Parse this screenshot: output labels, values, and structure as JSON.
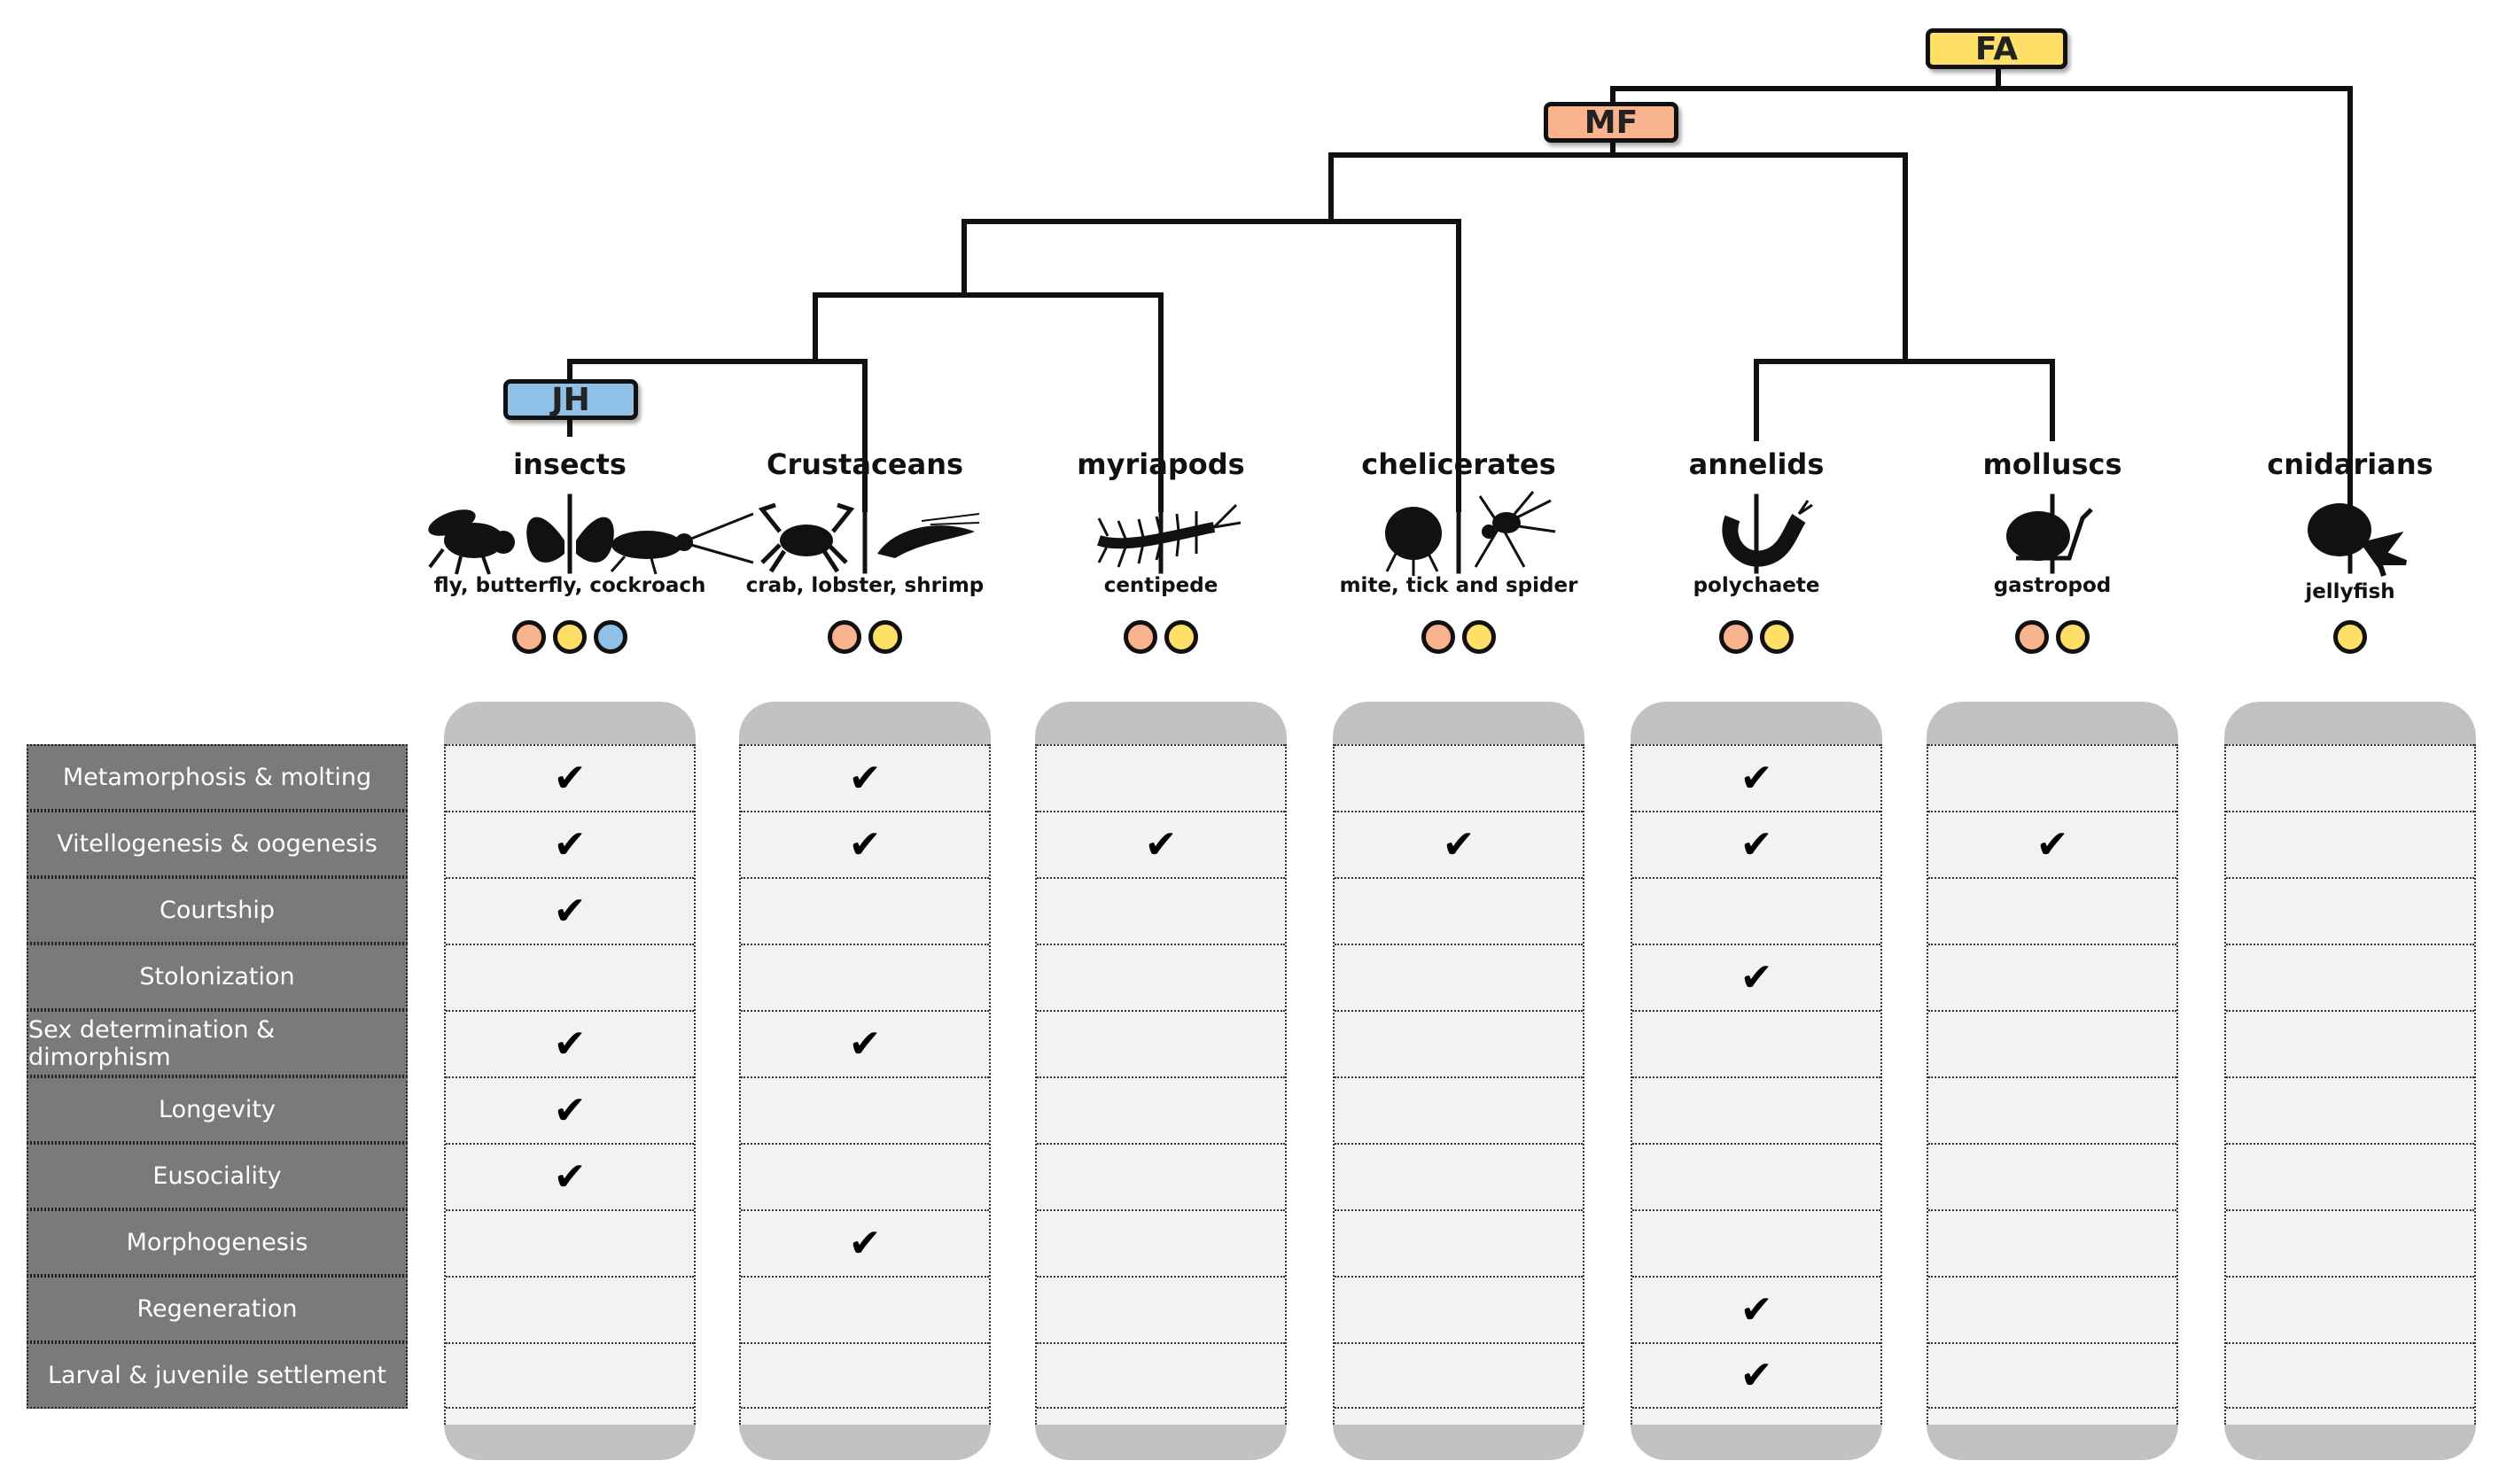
{
  "hormones": {
    "FA": {
      "label": "FA",
      "color": "#ffe066"
    },
    "MF": {
      "label": "MF",
      "color": "#f9b48e"
    },
    "JH": {
      "label": "JH",
      "color": "#8fc1e8"
    }
  },
  "taxa": [
    {
      "id": "insects",
      "name": "insects",
      "examples": "fly, butterfly, cockroach",
      "hormones": [
        "MF",
        "FA",
        "JH"
      ],
      "icons": [
        "fly-icon",
        "butterfly-icon",
        "cockroach-icon"
      ]
    },
    {
      "id": "crustaceans",
      "name": "Crustaceans",
      "examples": "crab, lobster, shrimp",
      "hormones": [
        "MF",
        "FA"
      ],
      "icons": [
        "crab-icon",
        "shrimp-icon"
      ]
    },
    {
      "id": "myriapods",
      "name": "myriapods",
      "examples": "centipede",
      "hormones": [
        "MF",
        "FA"
      ],
      "icons": [
        "centipede-icon"
      ]
    },
    {
      "id": "chelicerates",
      "name": "chelicerates",
      "examples": "mite, tick and spider",
      "hormones": [
        "MF",
        "FA"
      ],
      "icons": [
        "tick-icon",
        "spider-icon"
      ]
    },
    {
      "id": "annelids",
      "name": "annelids",
      "examples": "polychaete",
      "hormones": [
        "MF",
        "FA"
      ],
      "icons": [
        "polychaete-icon"
      ]
    },
    {
      "id": "molluscs",
      "name": "molluscs",
      "examples": "gastropod",
      "hormones": [
        "MF",
        "FA"
      ],
      "icons": [
        "gastropod-icon"
      ]
    },
    {
      "id": "cnidarians",
      "name": "cnidarians",
      "examples": "jellyfish",
      "hormones": [
        "FA"
      ],
      "icons": [
        "jellyfish-icon"
      ]
    }
  ],
  "functions": [
    "Metamorphosis & molting",
    "Vitellogenesis & oogenesis",
    "Courtship",
    "Stolonization",
    "Sex determination & dimorphism",
    "Longevity",
    "Eusociality",
    "Morphogenesis",
    "Regeneration",
    "Larval & juvenile settlement"
  ],
  "matrix": {
    "insects": [
      true,
      true,
      true,
      false,
      true,
      true,
      true,
      false,
      false,
      false
    ],
    "crustaceans": [
      true,
      true,
      false,
      false,
      true,
      false,
      false,
      true,
      false,
      false
    ],
    "myriapods": [
      false,
      true,
      false,
      false,
      false,
      false,
      false,
      false,
      false,
      false
    ],
    "chelicerates": [
      false,
      true,
      false,
      false,
      false,
      false,
      false,
      false,
      false,
      false
    ],
    "annelids": [
      true,
      true,
      false,
      true,
      false,
      false,
      false,
      false,
      true,
      true
    ],
    "molluscs": [
      false,
      true,
      false,
      false,
      false,
      false,
      false,
      false,
      false,
      false
    ],
    "cnidarians": [
      false,
      false,
      false,
      false,
      false,
      false,
      false,
      false,
      false,
      false
    ]
  },
  "check_mark": "✔"
}
